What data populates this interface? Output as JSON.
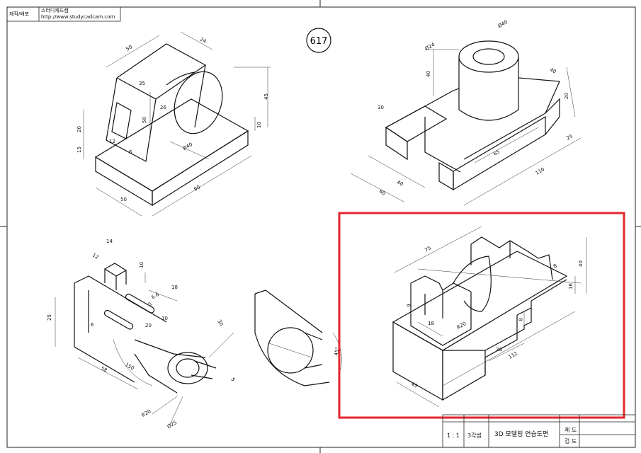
{
  "header": {
    "label": "제작/배포",
    "company": "스터디캐드캠",
    "url": "http://www.studycadcam.com"
  },
  "sheet_number": "617",
  "title_block": {
    "scale": "1 : 1",
    "projection": "3각법",
    "title": "3D 모델링 연습도면",
    "drawn": "제 도",
    "checked": "검 도"
  },
  "dimensions": {
    "top_left": [
      "50",
      "24",
      "35",
      "26",
      "50",
      "45",
      "10",
      "20",
      "15",
      "12",
      "6",
      "Ø40",
      "50",
      "90"
    ],
    "top_right": [
      "Ø40",
      "Ø24",
      "40",
      "40",
      "20",
      "30",
      "25",
      "65",
      "40",
      "60",
      "110"
    ],
    "bottom_left": [
      "14",
      "12",
      "10",
      "18",
      "6.6",
      "5",
      "25",
      "6",
      "20",
      "10",
      "30",
      "58",
      "150",
      "5",
      "R20",
      "Ø25"
    ],
    "detail": [
      "45°"
    ],
    "bottom_right": [
      "75",
      "8",
      "40",
      "16",
      "9",
      "18",
      "R20",
      "8",
      "26",
      "112",
      "45"
    ]
  },
  "highlight": {
    "color": "#e3262c"
  }
}
